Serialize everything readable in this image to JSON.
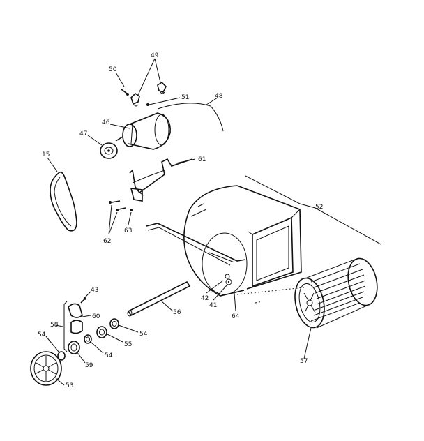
{
  "diagram": {
    "callouts": {
      "c49": "49",
      "c50": "50",
      "c51": "51",
      "c48": "48",
      "c46": "46",
      "c47": "47",
      "c15": "15",
      "c61": "61",
      "c52": "52",
      "c62": "62",
      "c63": "63",
      "c43": "43",
      "c60": "60",
      "c58": "58",
      "c56": "56",
      "c54a": "54",
      "c55": "55",
      "c54b": "54",
      "c54c": "54",
      "c59": "59",
      "c53": "53",
      "c42": "42",
      "c41": "41",
      "c64": "64",
      "c57": "57"
    }
  }
}
